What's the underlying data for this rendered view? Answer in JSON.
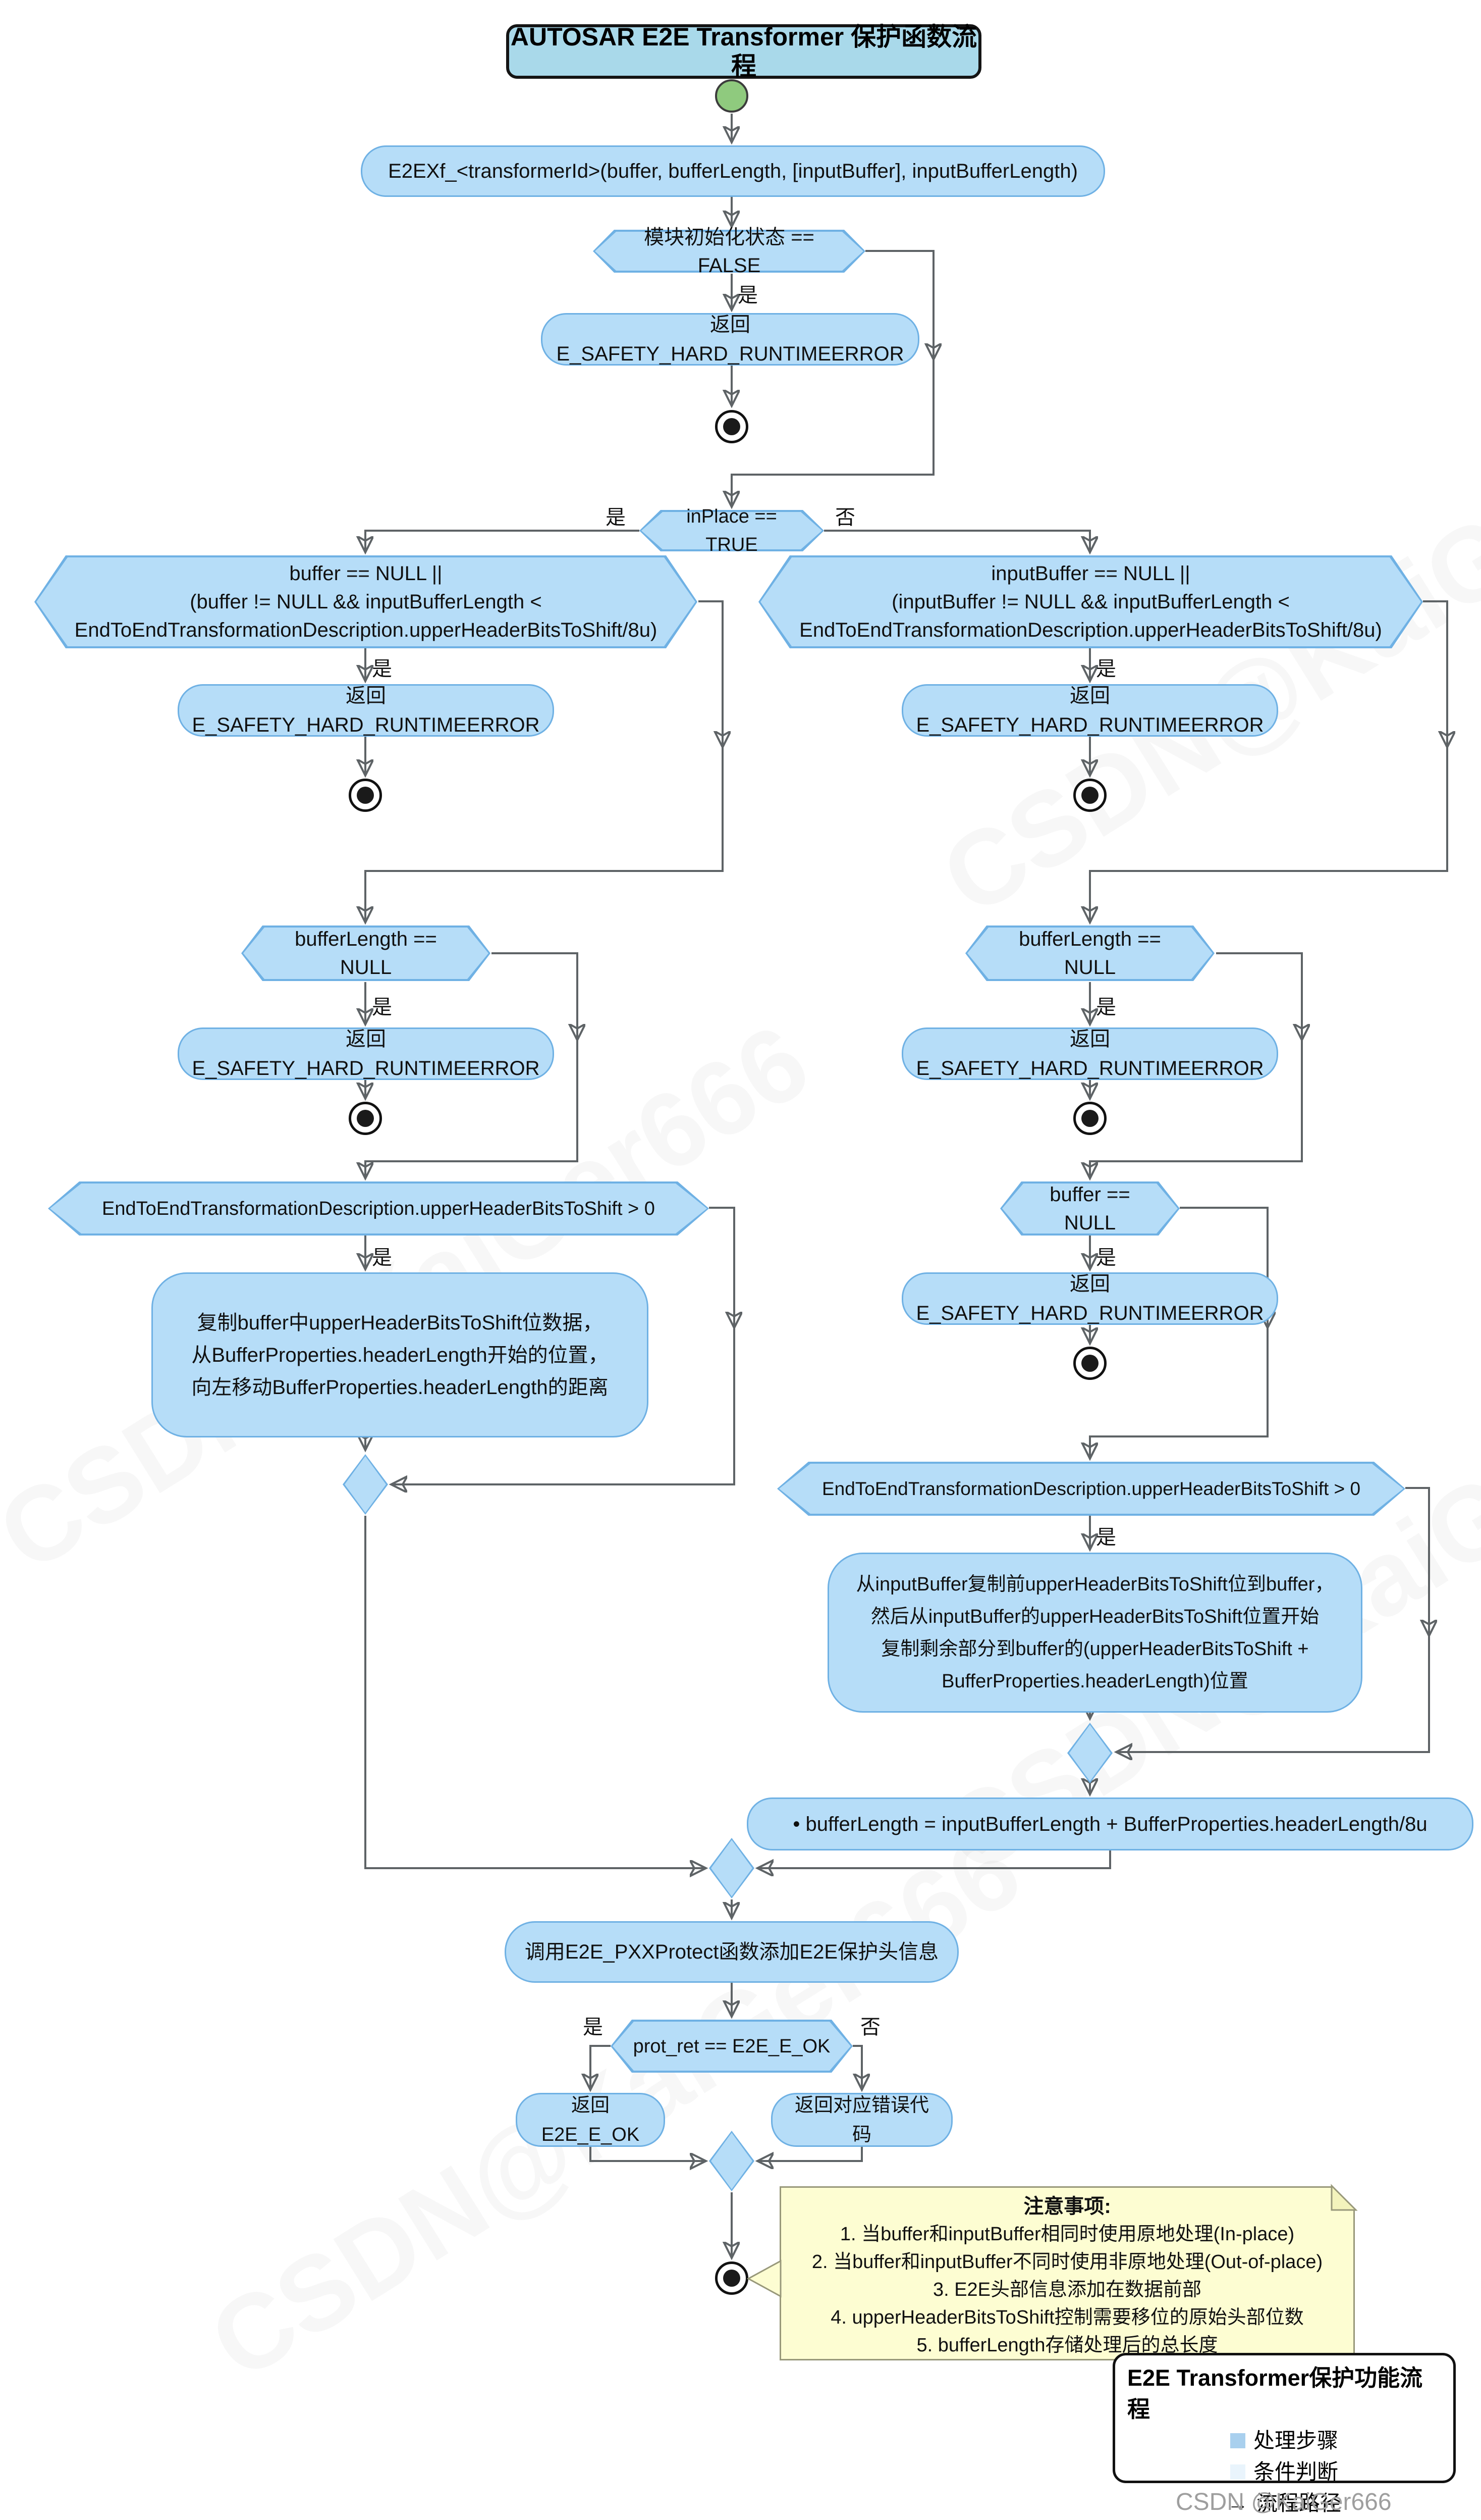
{
  "title": "AUTOSAR E2E Transformer 保护函数流程",
  "labels": {
    "yes": "是",
    "no": "否"
  },
  "nodes": {
    "call": "E2EXf_<transformerId>(buffer, bufferLength, [inputBuffer], inputBufferLength)",
    "d_init": "模块初始化状态 == FALSE",
    "ret_hard_error": "返回E_SAFETY_HARD_RUNTIMEERROR",
    "d_inplace": "inPlace == TRUE",
    "d_buffer_combo": "buffer == NULL ||\n(buffer != NULL && inputBufferLength <\nEndToEndTransformationDescription.upperHeaderBitsToShift/8u)",
    "d_inputbuffer_combo": "inputBuffer == NULL ||\n(inputBuffer != NULL && inputBufferLength <\nEndToEndTransformationDescription.upperHeaderBitsToShift/8u)",
    "d_bufferlength": "bufferLength == NULL",
    "d_buffer": "buffer == NULL",
    "d_shift": "EndToEndTransformationDescription.upperHeaderBitsToShift > 0",
    "p_copy_inplace": "复制buffer中upperHeaderBitsToShift位数据，\n从BufferProperties.headerLength开始的位置，\n向左移动BufferProperties.headerLength的距离",
    "p_copy_outofplace": "从inputBuffer复制前upperHeaderBitsToShift位到buffer，\n然后从inputBuffer的upperHeaderBitsToShift位置开始\n复制剩余部分到buffer的(upperHeaderBitsToShift +\nBufferProperties.headerLength)位置",
    "p_set_length": "• bufferLength = inputBufferLength + BufferProperties.headerLength/8u",
    "p_protect": "调用E2E_PXXProtect函数添加E2E保护头信息",
    "d_prot_ret": "prot_ret == E2E_E_OK",
    "ret_ok": "返回E2E_E_OK",
    "ret_err": "返回对应错误代码"
  },
  "note": {
    "title": "注意事项:",
    "lines": [
      "1. 当buffer和inputBuffer相同时使用原地处理(In-place)",
      "2. 当buffer和inputBuffer不同时使用非原地处理(Out-of-place)",
      "3. E2E头部信息添加在数据前部",
      "4. upperHeaderBitsToShift控制需要移位的原始头部位数",
      "5. bufferLength存储处理后的总长度"
    ]
  },
  "legend": {
    "title": "E2E Transformer保护功能流程",
    "arrow": "→",
    "items": [
      "处理步骤",
      "条件判断",
      "流程路径"
    ]
  },
  "watermark": {
    "corner": "CSDN @KaiGer666",
    "diagonal": "CSDN@KaiGer666"
  },
  "colors": {
    "node_fill": "#b6ddf8",
    "node_border": "#6fb1e4",
    "line": "#5e6366",
    "title_fill": "#a9d9ea",
    "start_fill": "#8fca7e",
    "note_fill": "#fdfdd2",
    "legend_step": "#a9d0ee"
  }
}
